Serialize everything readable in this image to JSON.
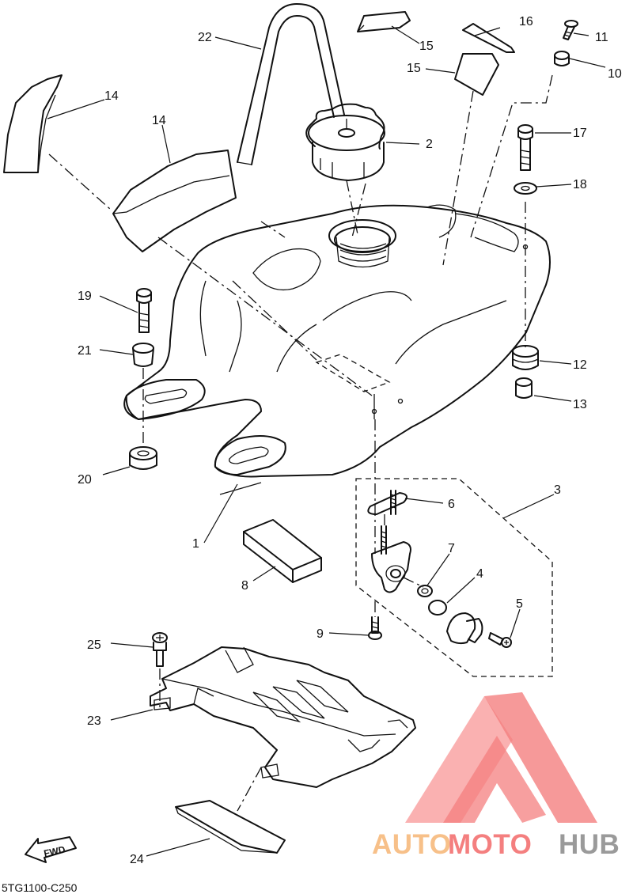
{
  "diagram_code": "5TG1100-C250",
  "fwd_label": "FWD",
  "watermark": {
    "brand_part1": "AUTO",
    "brand_part2": "MOTO",
    "brand_part3": "HUB",
    "color_light": "#f7c089",
    "color_red": "#f47f7f",
    "color_dark": "#9a9a9a"
  },
  "callouts": {
    "c1": "1",
    "c2": "2",
    "c3": "3",
    "c4": "4",
    "c5": "5",
    "c6": "6",
    "c7": "7",
    "c8": "8",
    "c9": "9",
    "c10": "10",
    "c11": "11",
    "c12": "12",
    "c13": "13",
    "c14a": "14",
    "c14b": "14",
    "c15a": "15",
    "c15b": "15",
    "c16": "16",
    "c17": "17",
    "c18": "18",
    "c19": "19",
    "c20": "20",
    "c21": "21",
    "c22": "22",
    "c23": "23",
    "c24": "24",
    "c25": "25"
  }
}
